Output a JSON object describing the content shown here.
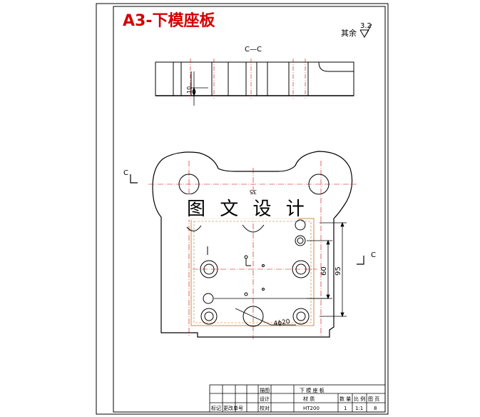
{
  "title": "A3-下模座板",
  "roughness": {
    "prefix": "其余",
    "value": "3.2"
  },
  "section": {
    "label": "C—C",
    "marker_left": "C",
    "marker_right": "C"
  },
  "dimensions": {
    "top_thickness": "10",
    "d60": "60",
    "d95": "95",
    "hole": "4ϕ20",
    "center": "35"
  },
  "watermark": "图 文 设 计",
  "title_block": {
    "part_name": "下 模 座 板",
    "drawn": "描图",
    "designed": "设计",
    "checked": "校对",
    "mark": "标记",
    "change_doc": "更改单号",
    "material_label": "材  质",
    "material": "HT200",
    "qty_label": "数 量",
    "scale_label": "比 例",
    "sheet_label": "图 页",
    "qty": "1",
    "scale": "1:1",
    "sheet": "8"
  }
}
